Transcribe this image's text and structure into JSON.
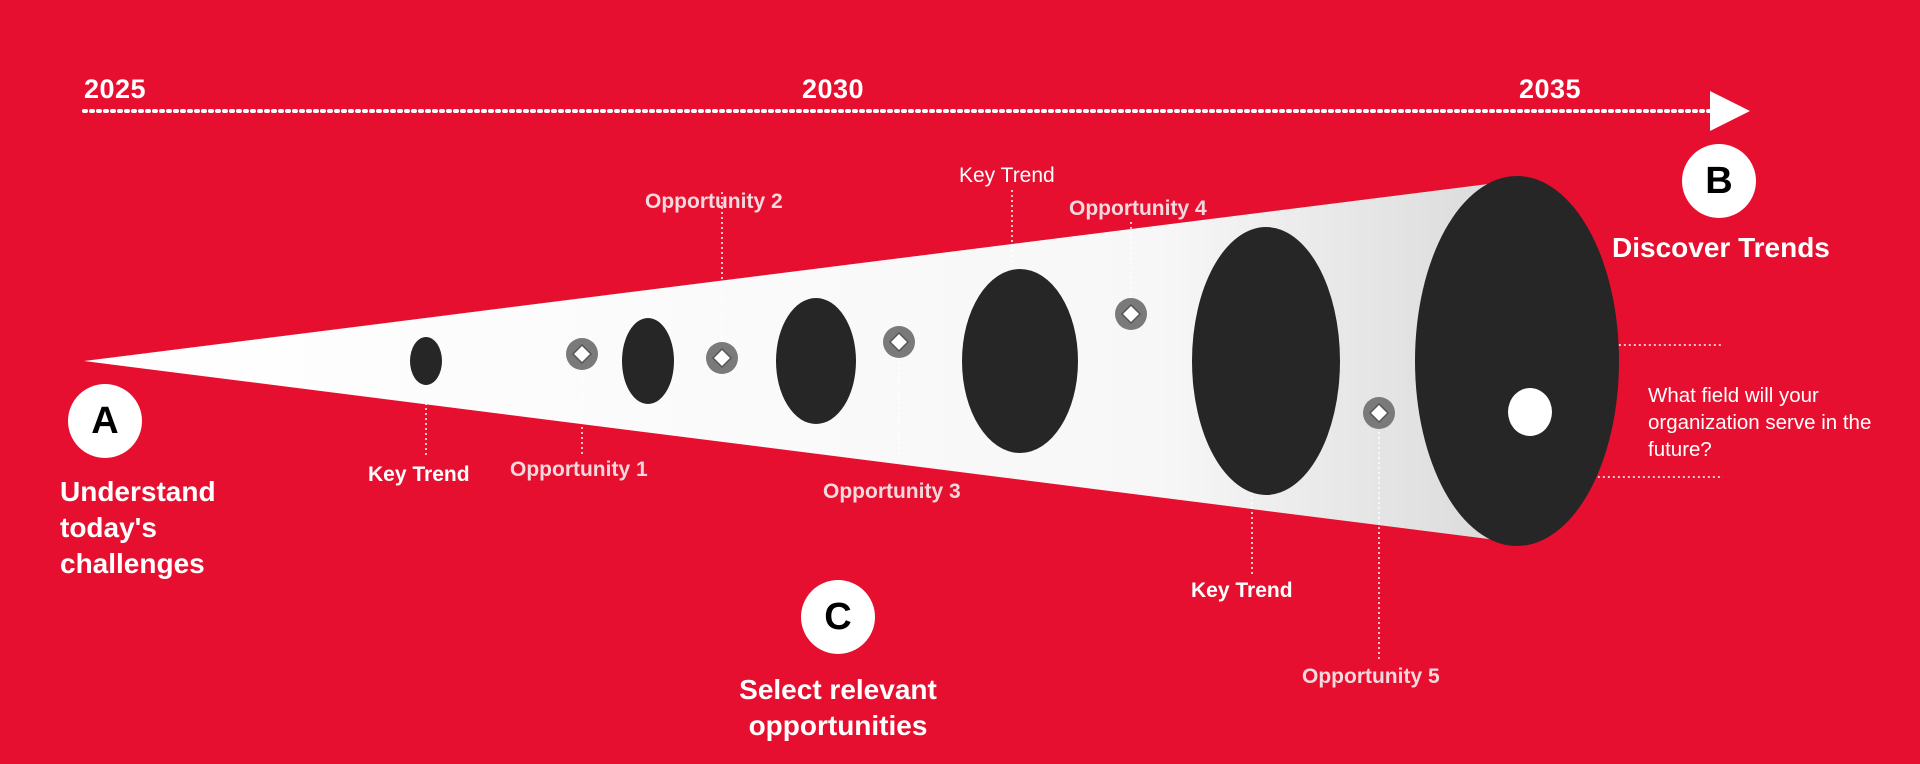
{
  "colors": {
    "background": "#e60f2f",
    "funnel": "#ffffff",
    "ellipse": "#262626",
    "marker_ring": "#7a7a7a"
  },
  "timeline": {
    "years": [
      "2025",
      "2030",
      "2035"
    ]
  },
  "stages": {
    "a": {
      "letter": "A",
      "title_lines": [
        "Understand",
        "today's",
        "challenges"
      ]
    },
    "b": {
      "letter": "B",
      "title": "Discover Trends"
    },
    "c": {
      "letter": "C",
      "title_lines": [
        "Select relevant",
        "opportunities"
      ]
    }
  },
  "labels": {
    "key_trend_1": "Key Trend",
    "key_trend_2": "Key Trend",
    "key_trend_3": "Key Trend",
    "opportunity_1": "Opportunity 1",
    "opportunity_2": "Opportunity 2",
    "opportunity_3": "Opportunity 3",
    "opportunity_4": "Opportunity 4",
    "opportunity_5": "Opportunity  5"
  },
  "question": "What field will your organization serve in the future?"
}
